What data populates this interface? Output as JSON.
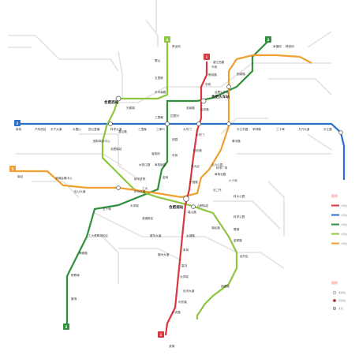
{
  "colors": {
    "line1": "#d9363e",
    "line2": "#2a6fc9",
    "line3": "#2f8f3b",
    "line4": "#8cc63f",
    "line5": "#f0a030",
    "bg_line": "#dddddd",
    "legend_accent": "#ff6a6a"
  },
  "lines": [
    {
      "id": "1",
      "color": "#d9363e"
    },
    {
      "id": "2",
      "color": "#2a6fc9"
    },
    {
      "id": "3",
      "color": "#2f8f3b"
    },
    {
      "id": "4",
      "color": "#8cc63f"
    },
    {
      "id": "5",
      "color": "#f0a030"
    }
  ],
  "stations_major": {
    "hefei_west": "合肥西站",
    "hefei_railway": "合肥火车站",
    "hefei_south": "合肥南站"
  },
  "stations": {
    "l1": [
      "滨湖",
      "六安路",
      "何东路",
      "包河大道",
      "大学城",
      "高刘",
      "朱岗",
      "合肥南站",
      "太湖路",
      "宁国路",
      "葛大店",
      "明光路",
      "大东门",
      "安庆路",
      "双岗",
      "焦岗路",
      "马岗",
      "望江西路"
    ],
    "l2": [
      "南岗",
      "汽车西站",
      "长宁大道",
      "大蜀山",
      "西七里塘",
      "科学大道",
      "三里庵",
      "三孝口",
      "大东门",
      "长江东路",
      "学林路",
      "三十埠",
      "方兴大道",
      "长江路"
    ],
    "l3": [
      "幸福坝",
      "相城路",
      "合肥火车站",
      "淮南路",
      "四里河",
      "三里庵",
      "西园",
      "洪岗",
      "金桥",
      "大学城",
      "五十埠",
      "工大翡翠湖校区",
      "海棠路",
      "职教城",
      "管湾"
    ],
    "l4": [
      "青龙岗",
      "蜀山",
      "五里墩",
      "长丰南路",
      "天鹅湖",
      "潜山路",
      "合肥南站",
      "嘉山路",
      "湖北路",
      "金寨路",
      "经开区",
      "孤峰路"
    ],
    "l5": [
      "南站",
      "滨湖会展中心",
      "包公大道",
      "庐州大道",
      "云川公园",
      "黄河路",
      "杨官坝"
    ]
  },
  "labels": {
    "misc": [
      "六十岗",
      "科大公园",
      "科学公园",
      "蜀湖",
      "科学广场",
      "阜阳北路",
      "北二环",
      "阜阳南路",
      "滨湖新区",
      "徽州大道",
      "国际商务中心",
      "省政府",
      "水阳江路",
      "新华学院",
      "工大",
      "繁华大道"
    ]
  },
  "legend": {
    "title": "图例",
    "items": [
      "1号线",
      "2号线",
      "3号线",
      "4号线",
      "5号线"
    ],
    "note_title": "图例",
    "note_items": [
      "换乘站",
      "普通站",
      "在建"
    ]
  }
}
